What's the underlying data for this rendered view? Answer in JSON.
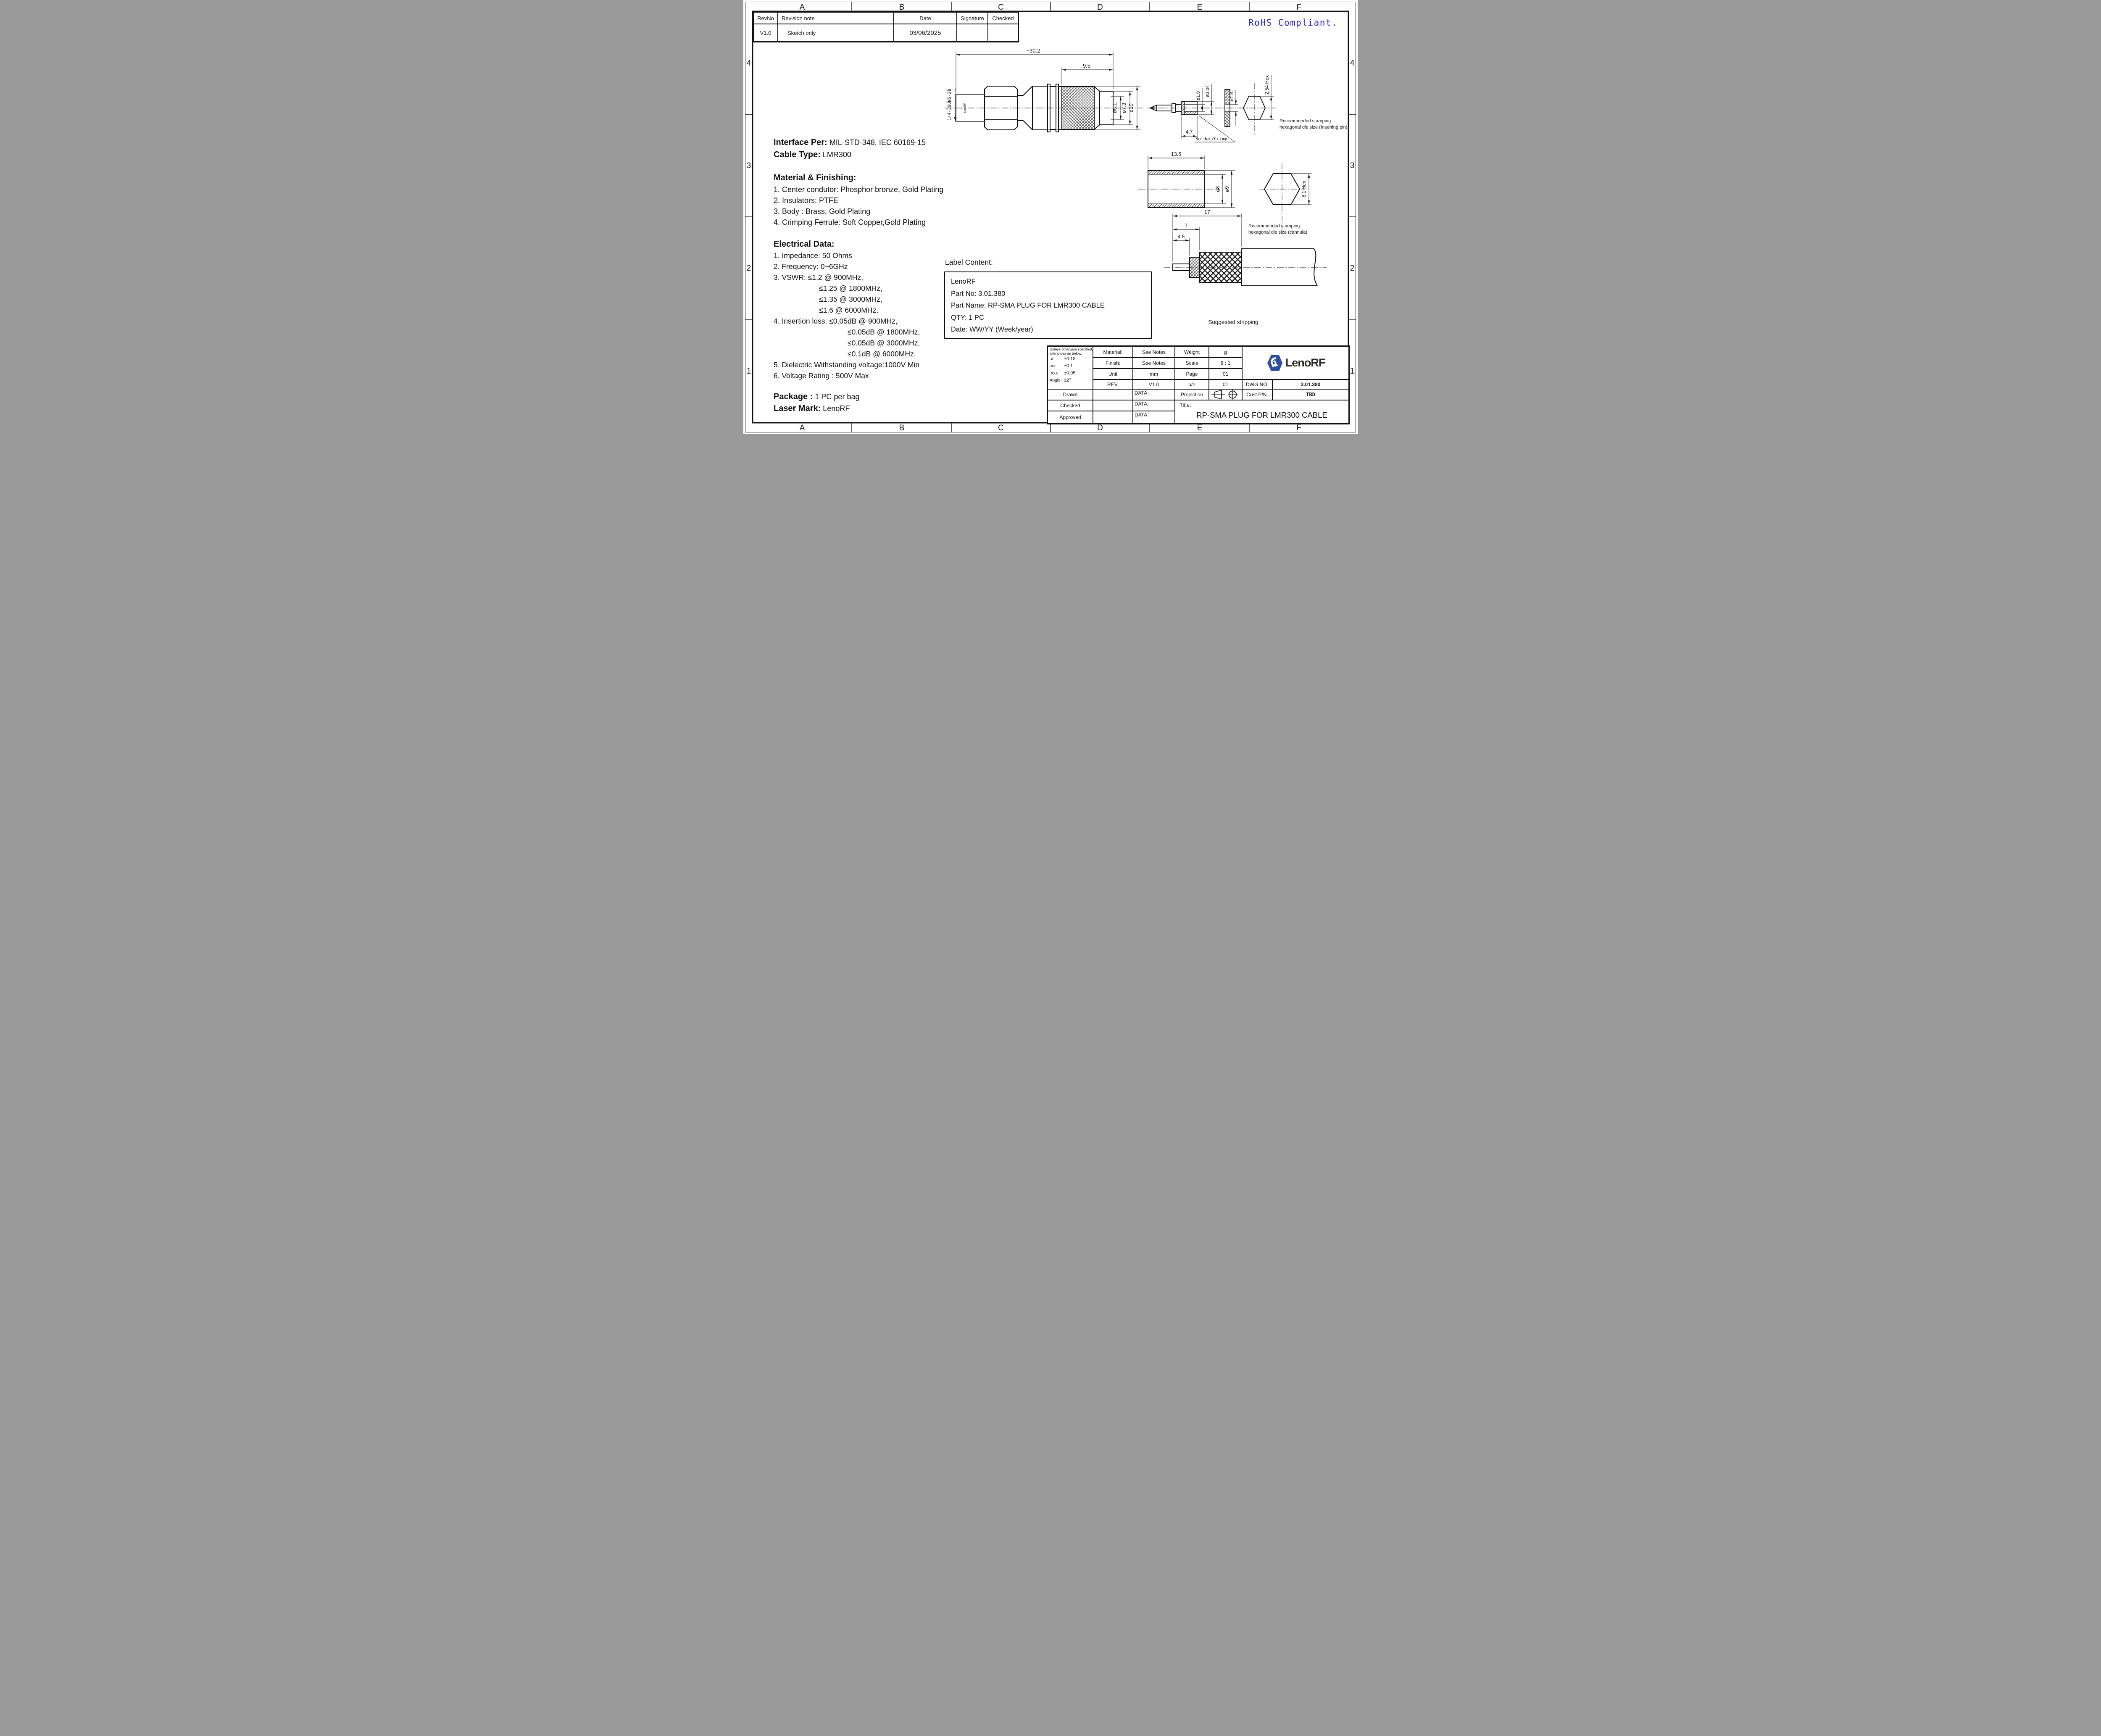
{
  "sheet": {
    "grid_letters": [
      "A",
      "B",
      "C",
      "D",
      "E",
      "F"
    ],
    "grid_numbers": [
      "4",
      "3",
      "2",
      "1"
    ],
    "rohs_note": "RoHS Compliant.",
    "colors": {
      "accent_blue": "#2323cc",
      "logo_blue": "#2e4e9e",
      "line": "#111111"
    }
  },
  "revision_table": {
    "headers": {
      "rev_no": "RevNo",
      "note": "Revision note",
      "date": "Date",
      "signature": "Signature",
      "checked": "Checked"
    },
    "rows": [
      {
        "rev_no": "V1.0",
        "note": "Sketch only",
        "date": "03/06/2025",
        "signature": "",
        "checked": ""
      }
    ]
  },
  "notes": {
    "interface_label": "Interface Per:",
    "interface_value": "MIL-STD-348, IEC 60169-15",
    "cable_label": "Cable Type:",
    "cable_value": "LMR300",
    "material_heading": "Material & Finishing:",
    "material_items": [
      "1. Center condutor: Phosphor bronze, Gold Plating",
      "2. Insulators: PTFE",
      "3. Body : Brass, Gold Plating",
      "4. Crimping Ferrule: Soft Copper,Gold Plating"
    ],
    "electrical_heading": "Electrical Data:",
    "electrical_lines": [
      {
        "text": "1. Impedance: 50 Ohms",
        "indent": 0
      },
      {
        "text": "2. Frequency: 0~6GHz",
        "indent": 0
      },
      {
        "text": "3. VSWR: ≤1.2 @ 900MHz,",
        "indent": 0
      },
      {
        "text": "≤1.25 @ 1800MHz,",
        "indent": 1
      },
      {
        "text": "≤1.35 @ 3000MHz,",
        "indent": 1
      },
      {
        "text": "≤1.6 @ 6000MHz,",
        "indent": 1
      },
      {
        "text": "4. Insertion loss: ≤0.05dB @ 900MHz,",
        "indent": 0
      },
      {
        "text": "≤0.05dB @ 1800MHz,",
        "indent": 2
      },
      {
        "text": "≤0.05dB @ 3000MHz,",
        "indent": 2
      },
      {
        "text": "≤0.1dB @ 6000MHz,",
        "indent": 2
      },
      {
        "text": "5. Dielectric Withstanding voltage:1000V Min",
        "indent": 0
      },
      {
        "text": "6. Voltage Rating : 500V Max",
        "indent": 0
      }
    ],
    "package_label": "Package :",
    "package_value": "1 PC per bag",
    "laser_label": "Laser Mark:",
    "laser_value": "LenoRF"
  },
  "label_content": {
    "heading": "Label Content:",
    "lines": [
      "LenoRF",
      "Part No: 3.01.380",
      "Part Name: RP-SMA PLUG FOR LMR300 CABLE",
      "QTY: 1 PC",
      "Date: WW/YY  (Week/year)"
    ]
  },
  "views": {
    "main": {
      "dim_overall": "~30.2",
      "dim_crimp": "9.5",
      "dia_bore": "ø5.1",
      "dia_tail": "ø7.3",
      "dia_body": "ø10",
      "thread_label": "1/4-36UNS-2B",
      "body_mark": "LenoRF"
    },
    "pin": {
      "dia_pin": "ø1.9",
      "dia_sleeve": "ø3.04",
      "dim_sleeve_len": "4.7",
      "callout": "Solder/Crimp",
      "washer_dia": "ø1.8",
      "hex_dim": "2.54 Hex",
      "caption_line1": "Recommended stamping",
      "caption_line2": "hexagonal die size (Inserting pin)"
    },
    "ferrule": {
      "dim_len": "13.5",
      "dia_inner": "ø8",
      "dia_outer": "ø9",
      "hex_dim": "8.1 Hex",
      "caption_line1": "Recommended stamping",
      "caption_line2": "hexagonal die size (cannula)"
    },
    "stripping": {
      "dim_total": "17",
      "dim_braid": "7",
      "dim_center": "4.5",
      "caption": "Suggested stripping"
    }
  },
  "title_block": {
    "tolerance_note_line1": "Unless otherwise specified,",
    "tolerance_note_line2": "tolerances as below:",
    "tol_rows": [
      {
        "k": ".x",
        "v": "±0.15"
      },
      {
        "k": ".xx",
        "v": "±0.1"
      },
      {
        "k": ".xxx",
        "v": "±0.05"
      },
      {
        "k": "Angle:",
        "v": "±2°"
      }
    ],
    "material_label": "Material:",
    "material_value": "See Notes",
    "finish_label": "Finish:",
    "finish_value": "See Notes",
    "unit_label": "Unit",
    "unit_value": "mm",
    "rev_label": "REV.",
    "rev_value": "V1.0",
    "weight_label": "Weight",
    "weight_value": "g",
    "scale_label": "Scale",
    "scale_value": "8 : 1",
    "page_label": "Page",
    "page_value": "01",
    "pn_label": "p/n",
    "pn_value": "01",
    "drawn_label": "Drawn",
    "checked_label": "Checked",
    "approved_label": "Approved",
    "data_label_1": "DATA:",
    "data_label_2": "DATA:",
    "data_label_3": "DATA:",
    "projection_label": "Projection",
    "dwg_label": "DWG NO.",
    "dwg_value": "3.01.380",
    "cust_label": "Cust P/N.",
    "cust_value": "TBD",
    "title_label": "Title:",
    "title_value": "RP-SMA PLUG FOR LMR300 CABLE",
    "logo_text": "LenoRF"
  }
}
